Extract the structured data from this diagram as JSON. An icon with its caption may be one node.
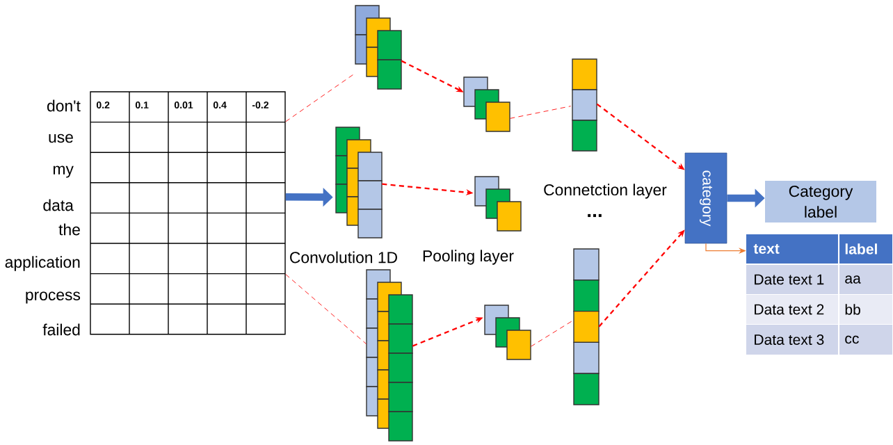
{
  "diagram": {
    "nodes": [
      {
        "text": [
          "0.2",
          "0.1",
          "0.01",
          "0.4",
          "-0.2"
        ],
        "beside": [
          "don't",
          "use",
          "my",
          "data",
          "the",
          "application",
          "process",
          "failed"
        ]
      },
      {
        "text": [],
        "shape": "box"
      },
      {
        "text": [],
        "shape": "box"
      },
      {
        "text": [],
        "shape": "box"
      },
      {
        "text": [],
        "shape": "box"
      },
      {
        "text": [],
        "shape": "box"
      },
      {
        "text": [],
        "shape": "box"
      },
      {
        "text": [],
        "shape": "bar"
      },
      {
        "text": [],
        "shape": "bar"
      },
      {
        "text": [
          "category"
        ]
      },
      {
        "text": [
          "Category label"
        ]
      },
      {
        "text": [
          "text",
          "label",
          "Date text 1",
          "aa",
          "Data text 2",
          "bb",
          "Data text 3",
          "cc"
        ]
      }
    ],
    "edges": [
      {
        "from": 0,
        "to": 1,
        "arrow": "none",
        "style": "dashed"
      },
      {
        "from": 0,
        "to": 3,
        "arrow": "none",
        "style": "dashed"
      },
      {
        "from": 0,
        "to": 2,
        "arrow": "to",
        "style": "thick",
        "color": "#4472c4"
      },
      {
        "from": 1,
        "to": 4,
        "arrow": "to",
        "style": "dashed"
      },
      {
        "from": 2,
        "to": 5,
        "arrow": "to",
        "style": "dashed"
      },
      {
        "from": 3,
        "to": 6,
        "arrow": "to",
        "style": "dashed"
      },
      {
        "from": 4,
        "to": 7,
        "arrow": "none",
        "style": "dashed"
      },
      {
        "from": 6,
        "to": 8,
        "arrow": "none",
        "style": "dashed"
      },
      {
        "from": 7,
        "to": 9,
        "arrow": "to",
        "style": "dashed"
      },
      {
        "from": 8,
        "to": 9,
        "arrow": "to",
        "style": "dashed"
      },
      {
        "from": 9,
        "to": 10,
        "arrow": "to",
        "style": "thick",
        "color": "#4472c4"
      },
      {
        "from": 9,
        "to": 11,
        "arrow": "to",
        "color": "#ed7d31"
      }
    ],
    "labels": [
      "Convolution 1D",
      "Pooling layer",
      "Connetction layer",
      "..."
    ]
  }
}
